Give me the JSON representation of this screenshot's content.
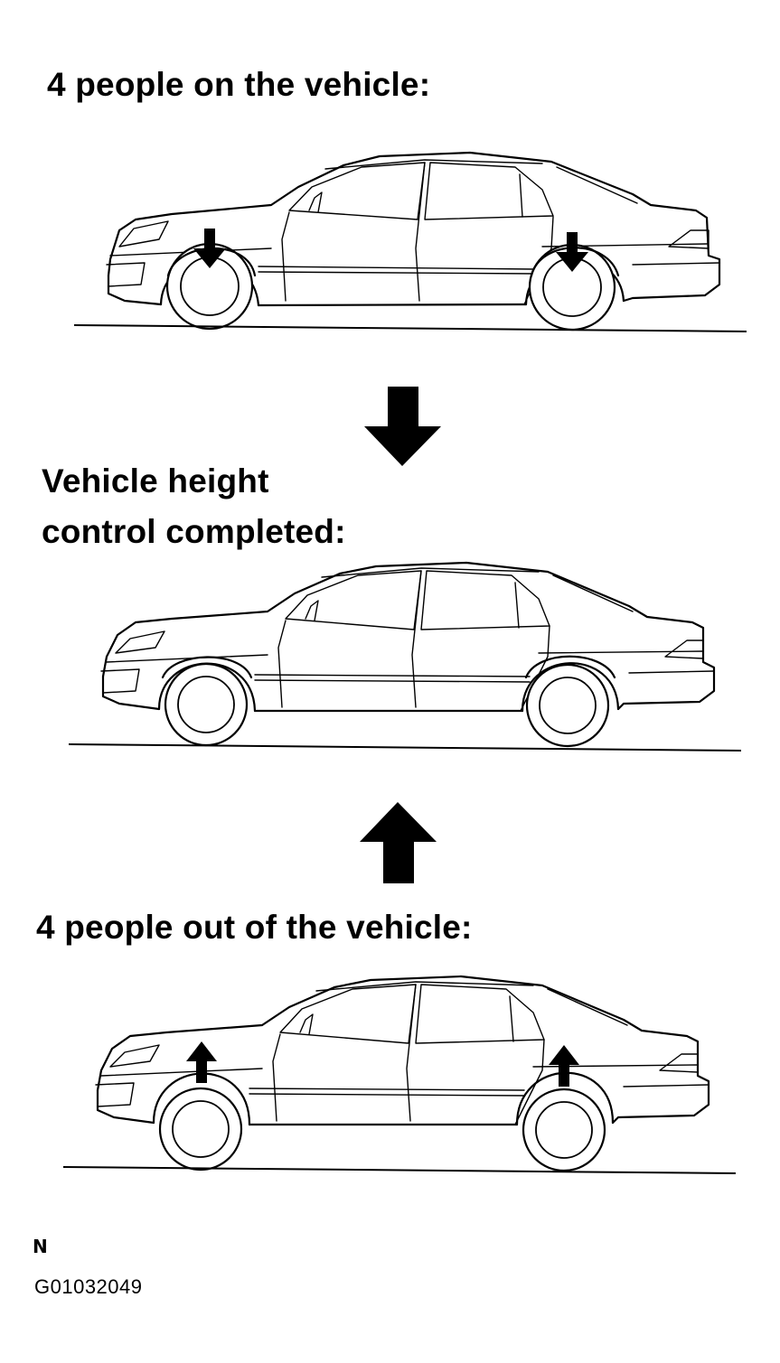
{
  "labels": {
    "people_on": "4 people on the vehicle:",
    "height_completed_line1": "Vehicle height",
    "height_completed_line2": "control completed:",
    "people_out": "4 people out of the vehicle:"
  },
  "figure": {
    "mark": "N",
    "id": "G01032049"
  },
  "icons": {
    "stage_transition_down": "down-arrow-icon",
    "stage_transition_up": "up-arrow-icon",
    "wheel_load_down": "down-arrow-icon",
    "wheel_load_up": "up-arrow-icon"
  }
}
